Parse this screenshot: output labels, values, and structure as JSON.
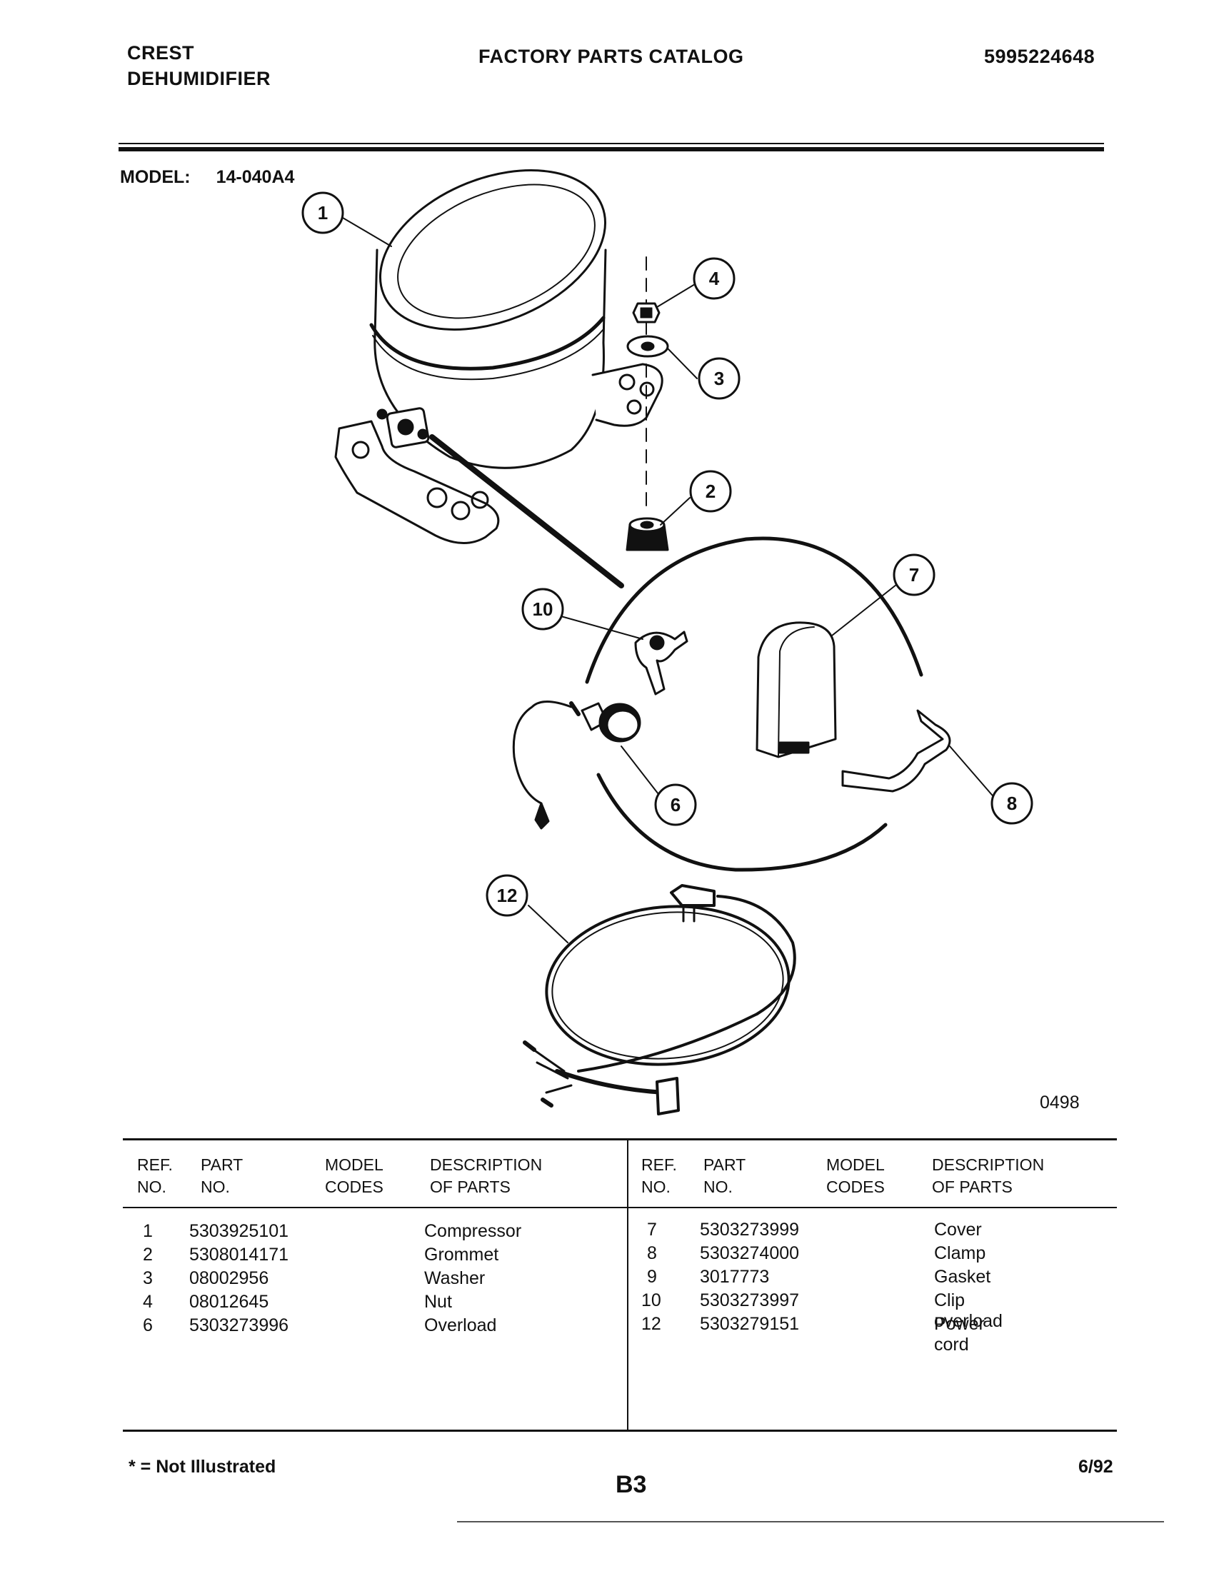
{
  "header": {
    "brand": "CREST",
    "product": "DEHUMIDIFIER",
    "title": "FACTORY PARTS CATALOG",
    "catalog_number": "5995224648"
  },
  "model": {
    "label": "MODEL:",
    "value": "14-040A4"
  },
  "diagram": {
    "figure_code": "0498",
    "callouts": [
      "1",
      "4",
      "3",
      "2",
      "7",
      "10",
      "6",
      "8",
      "12"
    ]
  },
  "table": {
    "headers": {
      "ref_line1": "REF.",
      "ref_line2": "NO.",
      "part_line1": "PART",
      "part_line2": "NO.",
      "model_line1": "MODEL",
      "model_line2": "CODES",
      "desc_line1": "DESCRIPTION",
      "desc_line2": "OF PARTS"
    },
    "left_rows": [
      {
        "ref": "1",
        "part": "5303925101",
        "desc": "Compressor"
      },
      {
        "ref": "2",
        "part": "5308014171",
        "desc": "Grommet"
      },
      {
        "ref": "3",
        "part": "08002956",
        "desc": "Washer"
      },
      {
        "ref": "4",
        "part": "08012645",
        "desc": "Nut"
      },
      {
        "ref": "6",
        "part": "5303273996",
        "desc": "Overload"
      }
    ],
    "right_rows": [
      {
        "ref": "7",
        "part": "5303273999",
        "desc": "Cover"
      },
      {
        "ref": "8",
        "part": "5303274000",
        "desc": "Clamp"
      },
      {
        "ref": "9",
        "part": "3017773",
        "desc": "Gasket"
      },
      {
        "ref": "10",
        "part": "5303273997",
        "desc": "Clip overload"
      },
      {
        "ref": "12",
        "part": "5303279151",
        "desc": "Power cord"
      }
    ]
  },
  "footer": {
    "note": "* = Not Illustrated",
    "page": "B3",
    "date": "6/92"
  }
}
